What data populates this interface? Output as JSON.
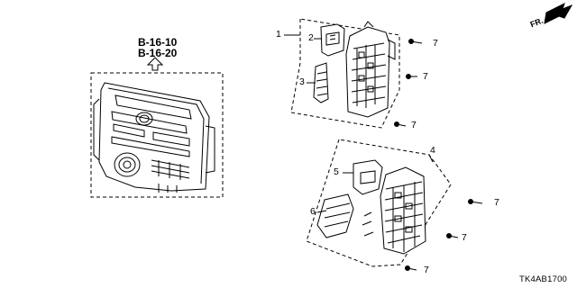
{
  "reference": {
    "line1": "B-16-10",
    "line2": "B-16-20"
  },
  "direction": {
    "label": "FR."
  },
  "callouts": [
    "1",
    "2",
    "3",
    "7",
    "7",
    "7",
    "4",
    "5",
    "6",
    "7",
    "7",
    "7"
  ],
  "part_code": "TK4AB1700"
}
